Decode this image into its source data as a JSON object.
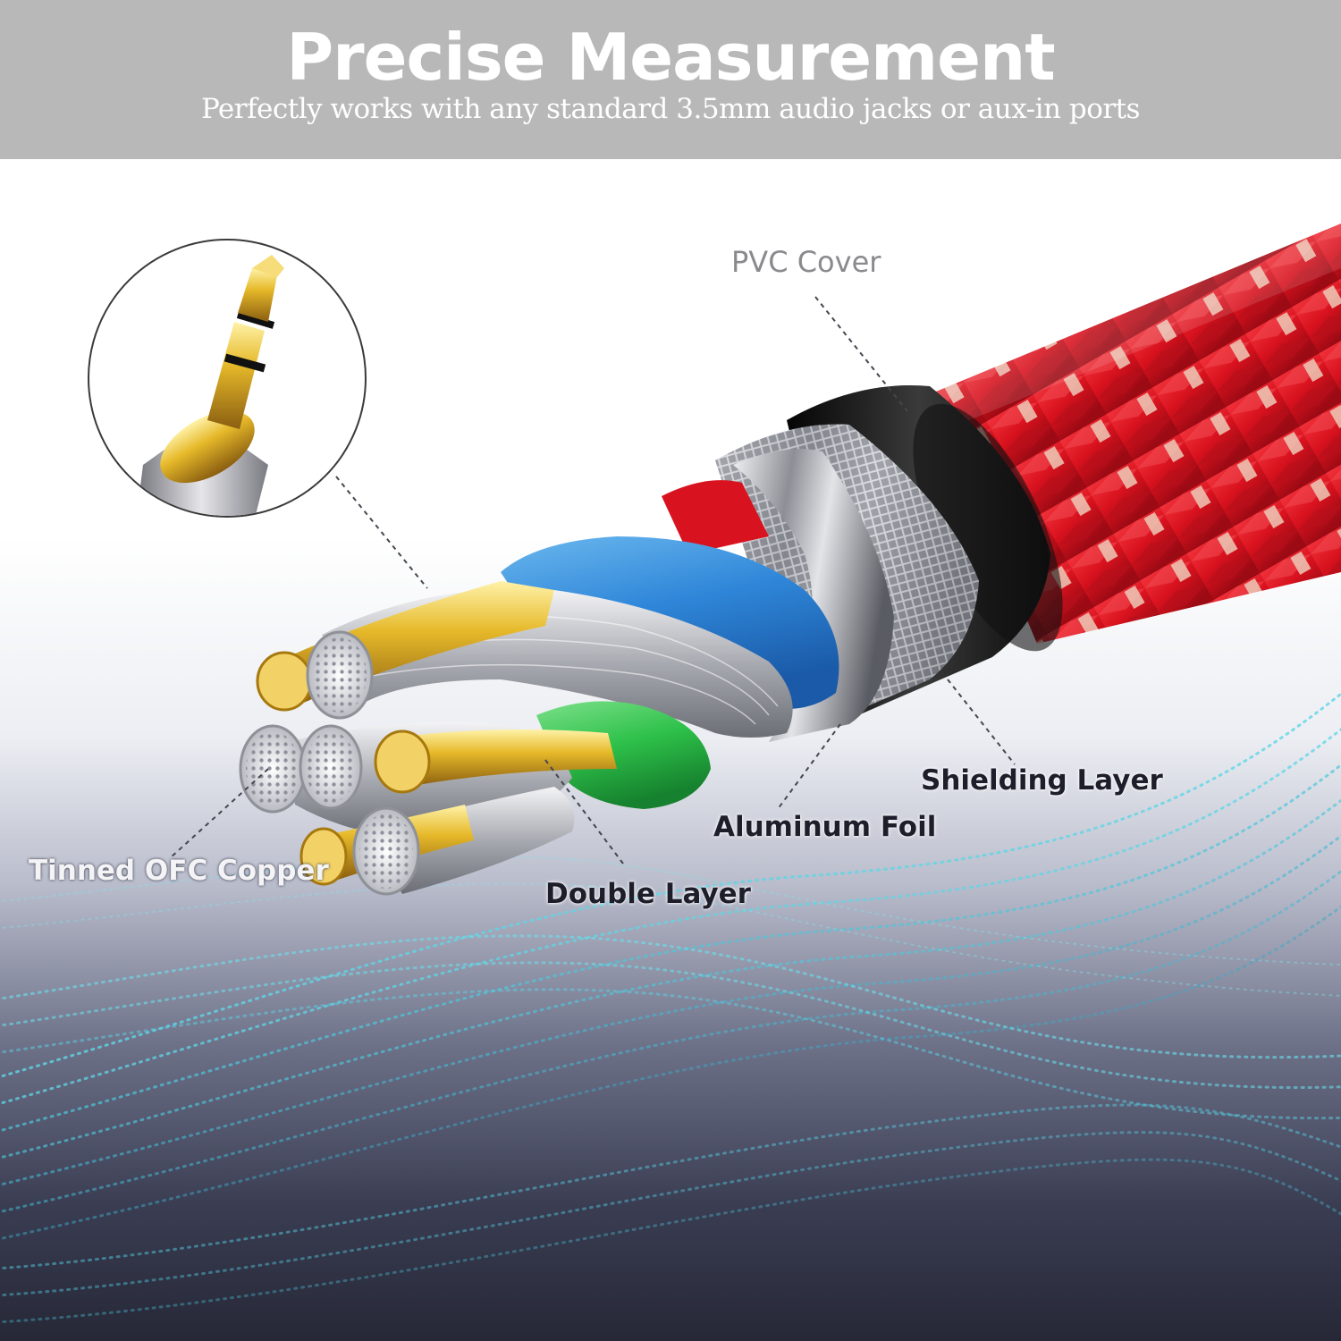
{
  "header": {
    "title": "Precise Measurement",
    "subtitle": "Perfectly works with any standard 3.5mm audio jacks or aux-in ports"
  },
  "callouts": {
    "pvc_cover": "PVC Cover",
    "shielding_layer": "Shielding Layer",
    "aluminum_foil": "Aluminum Foil",
    "double_layer": "Double Layer",
    "tinned_ofc_copper": "Tinned OFC Copper"
  },
  "colors": {
    "banner": "#b8b8b8",
    "braid_red": "#d8121e",
    "braid_accent": "#e8c8b8",
    "insulation_blue": "#2f86d8",
    "insulation_green": "#2ec14a",
    "gold": "#e6b92a",
    "wave_cyan": "#5fd6e6"
  }
}
